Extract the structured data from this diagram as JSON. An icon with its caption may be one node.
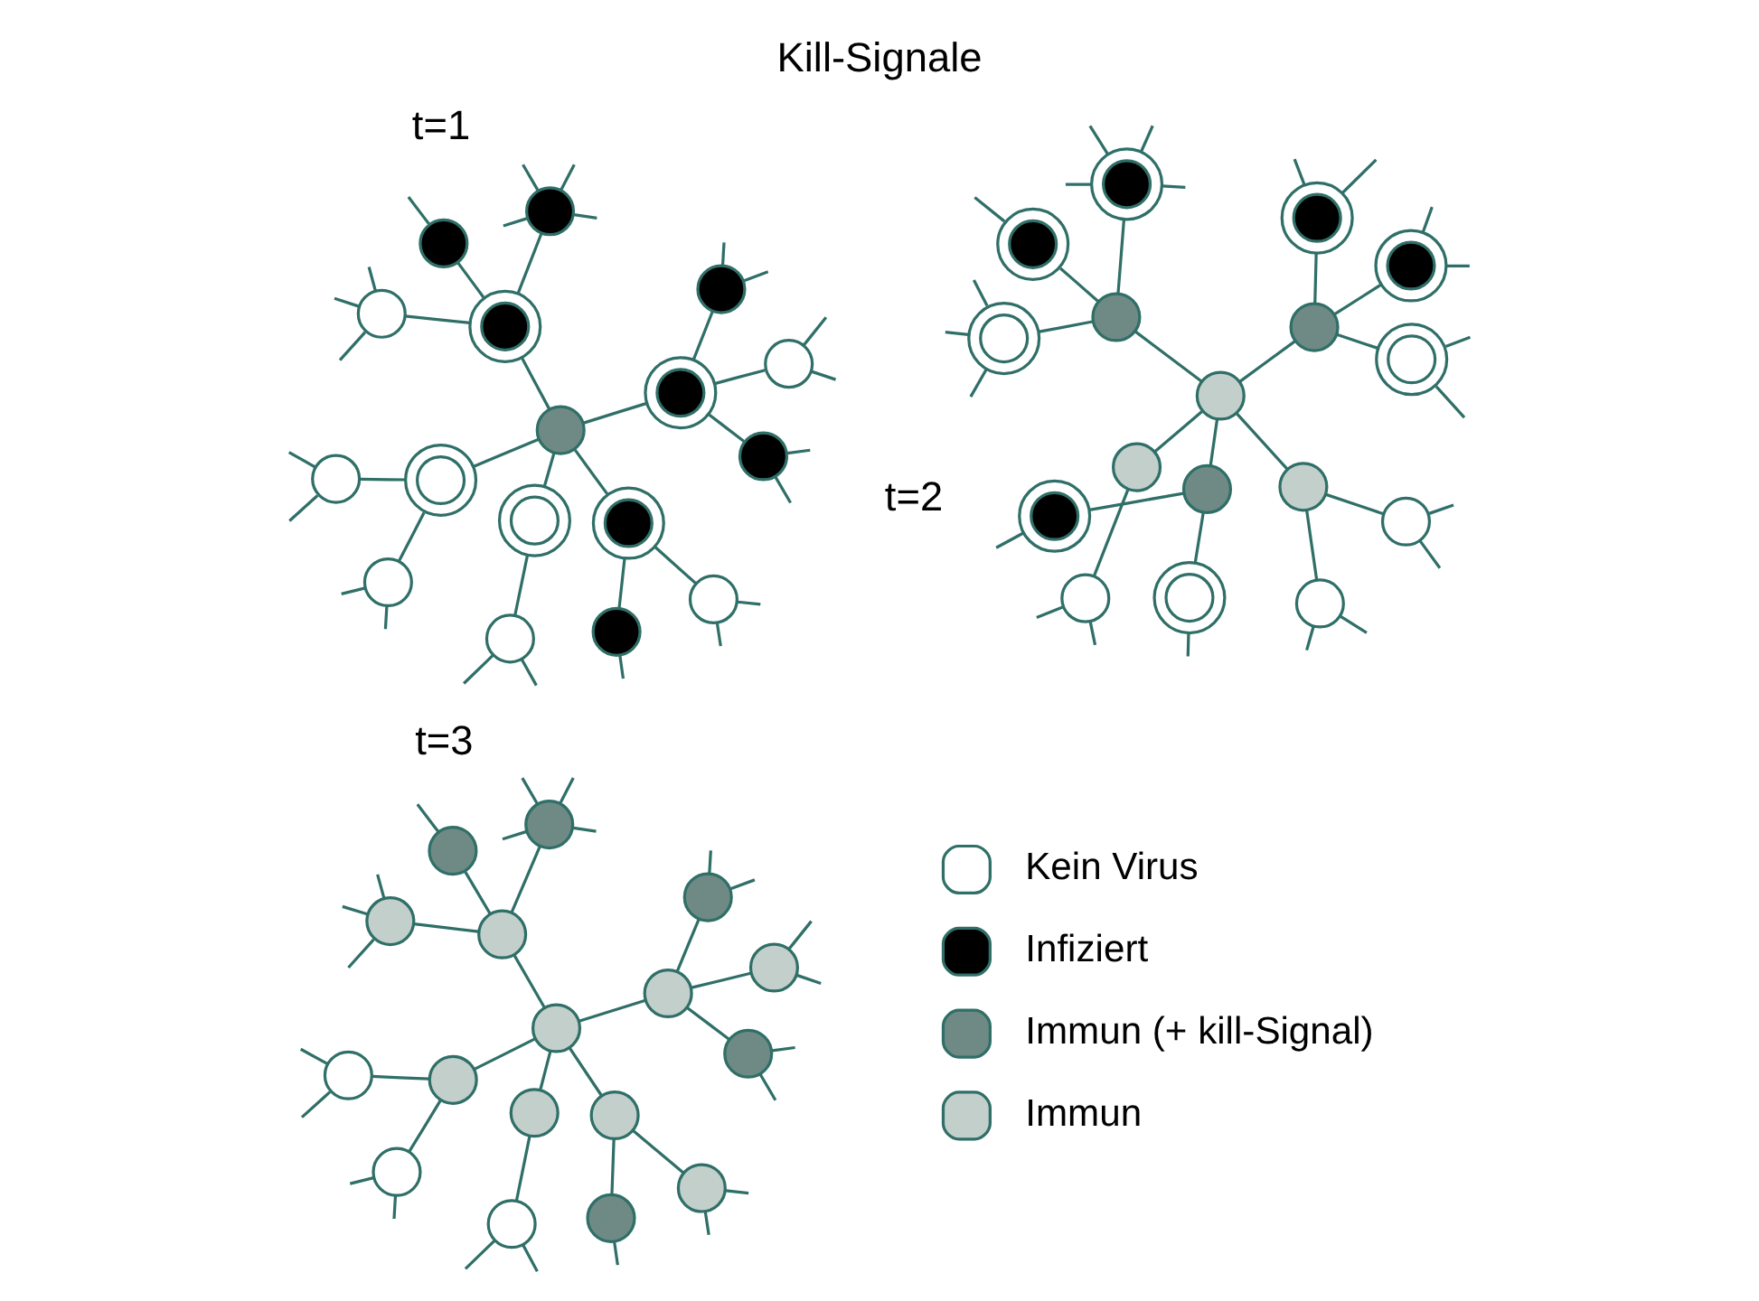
{
  "diagram": {
    "title": "Kill-Signale",
    "nodes": [
      {
        "text": [],
        "shape": "circle"
      },
      {
        "text": [],
        "shape": "ring"
      },
      {
        "text": [],
        "shape": "circle"
      },
      {
        "text": [],
        "shape": "circle"
      },
      {
        "text": [],
        "shape": "circle"
      },
      {
        "text": [],
        "shape": "ring"
      },
      {
        "text": [],
        "shape": "circle"
      },
      {
        "text": [],
        "shape": "ring"
      },
      {
        "text": [],
        "shape": "circle"
      },
      {
        "text": [],
        "shape": "circle"
      },
      {
        "text": [],
        "shape": "ring"
      },
      {
        "text": [],
        "shape": "circle"
      },
      {
        "text": [],
        "shape": "circle"
      },
      {
        "text": [],
        "shape": "ring"
      },
      {
        "text": [],
        "shape": "circle"
      },
      {
        "text": [],
        "shape": "circle"
      },
      {
        "text": [],
        "shape": "circle"
      },
      {
        "text": [],
        "shape": "circle"
      },
      {
        "text": [],
        "shape": "circle"
      },
      {
        "text": [],
        "shape": "ring"
      },
      {
        "text": [],
        "shape": "ring"
      },
      {
        "text": [],
        "shape": "ring"
      },
      {
        "text": [],
        "shape": "circle"
      },
      {
        "text": [],
        "shape": "circle"
      },
      {
        "text": [],
        "shape": "circle"
      },
      {
        "text": [],
        "shape": "ring"
      },
      {
        "text": [],
        "shape": "ring"
      },
      {
        "text": [],
        "shape": "circle"
      },
      {
        "text": [],
        "shape": "circle"
      },
      {
        "text": [],
        "shape": "circle"
      },
      {
        "text": [],
        "shape": "circle"
      },
      {
        "text": [],
        "shape": "ring"
      },
      {
        "text": [],
        "shape": "ring"
      },
      {
        "text": [],
        "shape": "ring"
      },
      {
        "text": [],
        "shape": "circle"
      },
      {
        "text": [],
        "shape": "circle"
      },
      {
        "text": [],
        "shape": "circle"
      },
      {
        "text": [],
        "shape": "circle"
      },
      {
        "text": [],
        "shape": "circle"
      },
      {
        "text": [],
        "shape": "circle"
      },
      {
        "text": [],
        "shape": "circle"
      },
      {
        "text": [],
        "shape": "circle"
      },
      {
        "text": [],
        "shape": "circle"
      },
      {
        "text": [],
        "shape": "circle"
      },
      {
        "text": [],
        "shape": "circle"
      },
      {
        "text": [],
        "shape": "circle"
      },
      {
        "text": [],
        "shape": "circle"
      },
      {
        "text": [],
        "shape": "circle"
      },
      {
        "text": [],
        "shape": "circle"
      },
      {
        "text": [],
        "shape": "circle"
      },
      {
        "text": [],
        "shape": "circle"
      }
    ],
    "edges": [
      {
        "from": 0,
        "to": 1,
        "arrow": "none"
      },
      {
        "from": 1,
        "to": 2,
        "arrow": "none"
      },
      {
        "from": 1,
        "to": 3,
        "arrow": "none"
      },
      {
        "from": 1,
        "to": 4,
        "arrow": "none"
      },
      {
        "from": 0,
        "to": 5,
        "arrow": "none"
      },
      {
        "from": 5,
        "to": 6,
        "arrow": "none"
      },
      {
        "from": 0,
        "to": 7,
        "arrow": "none"
      },
      {
        "from": 7,
        "to": 8,
        "arrow": "none"
      },
      {
        "from": 7,
        "to": 9,
        "arrow": "none"
      },
      {
        "from": 0,
        "to": 10,
        "arrow": "none"
      },
      {
        "from": 10,
        "to": 11,
        "arrow": "none"
      },
      {
        "from": 10,
        "to": 12,
        "arrow": "none"
      },
      {
        "from": 0,
        "to": 13,
        "arrow": "none"
      },
      {
        "from": 13,
        "to": 14,
        "arrow": "none"
      },
      {
        "from": 13,
        "to": 15,
        "arrow": "none"
      },
      {
        "from": 13,
        "to": 16,
        "arrow": "none"
      },
      {
        "from": 2,
        "to": null,
        "arrow": "none"
      },
      {
        "from": 2,
        "to": null,
        "arrow": "none"
      },
      {
        "from": 2,
        "to": null,
        "arrow": "none"
      },
      {
        "from": 3,
        "to": null,
        "arrow": "none"
      },
      {
        "from": 4,
        "to": null,
        "arrow": "none"
      },
      {
        "from": 4,
        "to": null,
        "arrow": "none"
      },
      {
        "from": 4,
        "to": null,
        "arrow": "none"
      },
      {
        "from": 4,
        "to": null,
        "arrow": "none"
      },
      {
        "from": 6,
        "to": null,
        "arrow": "none"
      },
      {
        "from": 6,
        "to": null,
        "arrow": "none"
      },
      {
        "from": 8,
        "to": null,
        "arrow": "none"
      },
      {
        "from": 9,
        "to": null,
        "arrow": "none"
      },
      {
        "from": 9,
        "to": null,
        "arrow": "none"
      },
      {
        "from": 11,
        "to": null,
        "arrow": "none"
      },
      {
        "from": 11,
        "to": null,
        "arrow": "none"
      },
      {
        "from": 12,
        "to": null,
        "arrow": "none"
      },
      {
        "from": 12,
        "to": null,
        "arrow": "none"
      },
      {
        "from": 14,
        "to": null,
        "arrow": "none"
      },
      {
        "from": 14,
        "to": null,
        "arrow": "none"
      },
      {
        "from": 15,
        "to": null,
        "arrow": "none"
      },
      {
        "from": 15,
        "to": null,
        "arrow": "none"
      },
      {
        "from": 16,
        "to": null,
        "arrow": "none"
      },
      {
        "from": 16,
        "to": null,
        "arrow": "none"
      },
      {
        "from": 17,
        "to": 18,
        "arrow": "none"
      },
      {
        "from": 18,
        "to": 19,
        "arrow": "none"
      },
      {
        "from": 18,
        "to": 20,
        "arrow": "none"
      },
      {
        "from": 18,
        "to": 21,
        "arrow": "none"
      },
      {
        "from": 17,
        "to": 22,
        "arrow": "none"
      },
      {
        "from": 22,
        "to": 23,
        "arrow": "none"
      },
      {
        "from": 17,
        "to": 24,
        "arrow": "none"
      },
      {
        "from": 24,
        "to": 25,
        "arrow": "none"
      },
      {
        "from": 24,
        "to": 26,
        "arrow": "none"
      },
      {
        "from": 17,
        "to": 27,
        "arrow": "none"
      },
      {
        "from": 27,
        "to": 28,
        "arrow": "none"
      },
      {
        "from": 27,
        "to": 29,
        "arrow": "none"
      },
      {
        "from": 17,
        "to": 30,
        "arrow": "none"
      },
      {
        "from": 30,
        "to": 31,
        "arrow": "none"
      },
      {
        "from": 30,
        "to": 32,
        "arrow": "none"
      },
      {
        "from": 30,
        "to": 33,
        "arrow": "none"
      },
      {
        "from": 19,
        "to": null,
        "arrow": "none"
      },
      {
        "from": 19,
        "to": null,
        "arrow": "none"
      },
      {
        "from": 19,
        "to": null,
        "arrow": "none"
      },
      {
        "from": 20,
        "to": null,
        "arrow": "none"
      },
      {
        "from": 21,
        "to": null,
        "arrow": "none"
      },
      {
        "from": 21,
        "to": null,
        "arrow": "none"
      },
      {
        "from": 21,
        "to": null,
        "arrow": "none"
      },
      {
        "from": 21,
        "to": null,
        "arrow": "none"
      },
      {
        "from": 23,
        "to": null,
        "arrow": "none"
      },
      {
        "from": 23,
        "to": null,
        "arrow": "none"
      },
      {
        "from": 25,
        "to": null,
        "arrow": "none"
      },
      {
        "from": 26,
        "to": null,
        "arrow": "none"
      },
      {
        "from": 28,
        "to": null,
        "arrow": "none"
      },
      {
        "from": 28,
        "to": null,
        "arrow": "none"
      },
      {
        "from": 29,
        "to": null,
        "arrow": "none"
      },
      {
        "from": 29,
        "to": null,
        "arrow": "none"
      },
      {
        "from": 31,
        "to": null,
        "arrow": "none"
      },
      {
        "from": 31,
        "to": null,
        "arrow": "none"
      },
      {
        "from": 32,
        "to": null,
        "arrow": "none"
      },
      {
        "from": 32,
        "to": null,
        "arrow": "none"
      },
      {
        "from": 33,
        "to": null,
        "arrow": "none"
      },
      {
        "from": 33,
        "to": null,
        "arrow": "none"
      },
      {
        "from": 34,
        "to": 35,
        "arrow": "none"
      },
      {
        "from": 35,
        "to": 36,
        "arrow": "none"
      },
      {
        "from": 35,
        "to": 37,
        "arrow": "none"
      },
      {
        "from": 35,
        "to": 38,
        "arrow": "none"
      },
      {
        "from": 34,
        "to": 39,
        "arrow": "none"
      },
      {
        "from": 39,
        "to": 40,
        "arrow": "none"
      },
      {
        "from": 34,
        "to": 41,
        "arrow": "none"
      },
      {
        "from": 41,
        "to": 42,
        "arrow": "none"
      },
      {
        "from": 41,
        "to": 43,
        "arrow": "none"
      },
      {
        "from": 34,
        "to": 44,
        "arrow": "none"
      },
      {
        "from": 44,
        "to": 45,
        "arrow": "none"
      },
      {
        "from": 44,
        "to": 46,
        "arrow": "none"
      },
      {
        "from": 34,
        "to": 47,
        "arrow": "none"
      },
      {
        "from": 47,
        "to": 48,
        "arrow": "none"
      },
      {
        "from": 47,
        "to": 49,
        "arrow": "none"
      },
      {
        "from": 47,
        "to": 50,
        "arrow": "none"
      },
      {
        "from": 36,
        "to": null,
        "arrow": "none"
      },
      {
        "from": 36,
        "to": null,
        "arrow": "none"
      },
      {
        "from": 36,
        "to": null,
        "arrow": "none"
      },
      {
        "from": 37,
        "to": null,
        "arrow": "none"
      },
      {
        "from": 38,
        "to": null,
        "arrow": "none"
      },
      {
        "from": 38,
        "to": null,
        "arrow": "none"
      },
      {
        "from": 38,
        "to": null,
        "arrow": "none"
      },
      {
        "from": 38,
        "to": null,
        "arrow": "none"
      },
      {
        "from": 40,
        "to": null,
        "arrow": "none"
      },
      {
        "from": 40,
        "to": null,
        "arrow": "none"
      },
      {
        "from": 42,
        "to": null,
        "arrow": "none"
      },
      {
        "from": 43,
        "to": null,
        "arrow": "none"
      },
      {
        "from": 43,
        "to": null,
        "arrow": "none"
      },
      {
        "from": 45,
        "to": null,
        "arrow": "none"
      },
      {
        "from": 45,
        "to": null,
        "arrow": "none"
      },
      {
        "from": 46,
        "to": null,
        "arrow": "none"
      },
      {
        "from": 46,
        "to": null,
        "arrow": "none"
      },
      {
        "from": 48,
        "to": null,
        "arrow": "none"
      },
      {
        "from": 48,
        "to": null,
        "arrow": "none"
      },
      {
        "from": 49,
        "to": null,
        "arrow": "none"
      },
      {
        "from": 49,
        "to": null,
        "arrow": "none"
      },
      {
        "from": 50,
        "to": null,
        "arrow": "none"
      },
      {
        "from": 50,
        "to": null,
        "arrow": "none"
      }
    ],
    "labels": [
      "t=1",
      "t=2",
      "t=3"
    ],
    "legend": [
      {
        "text": "Kein Virus",
        "color": "#ffffff"
      },
      {
        "text": "Infiziert",
        "color": "#000000"
      },
      {
        "text": "Immun (+ kill-Signal)",
        "color": "#6f8a84"
      },
      {
        "text": "Immun",
        "color": "#c3cfcb"
      }
    ]
  }
}
